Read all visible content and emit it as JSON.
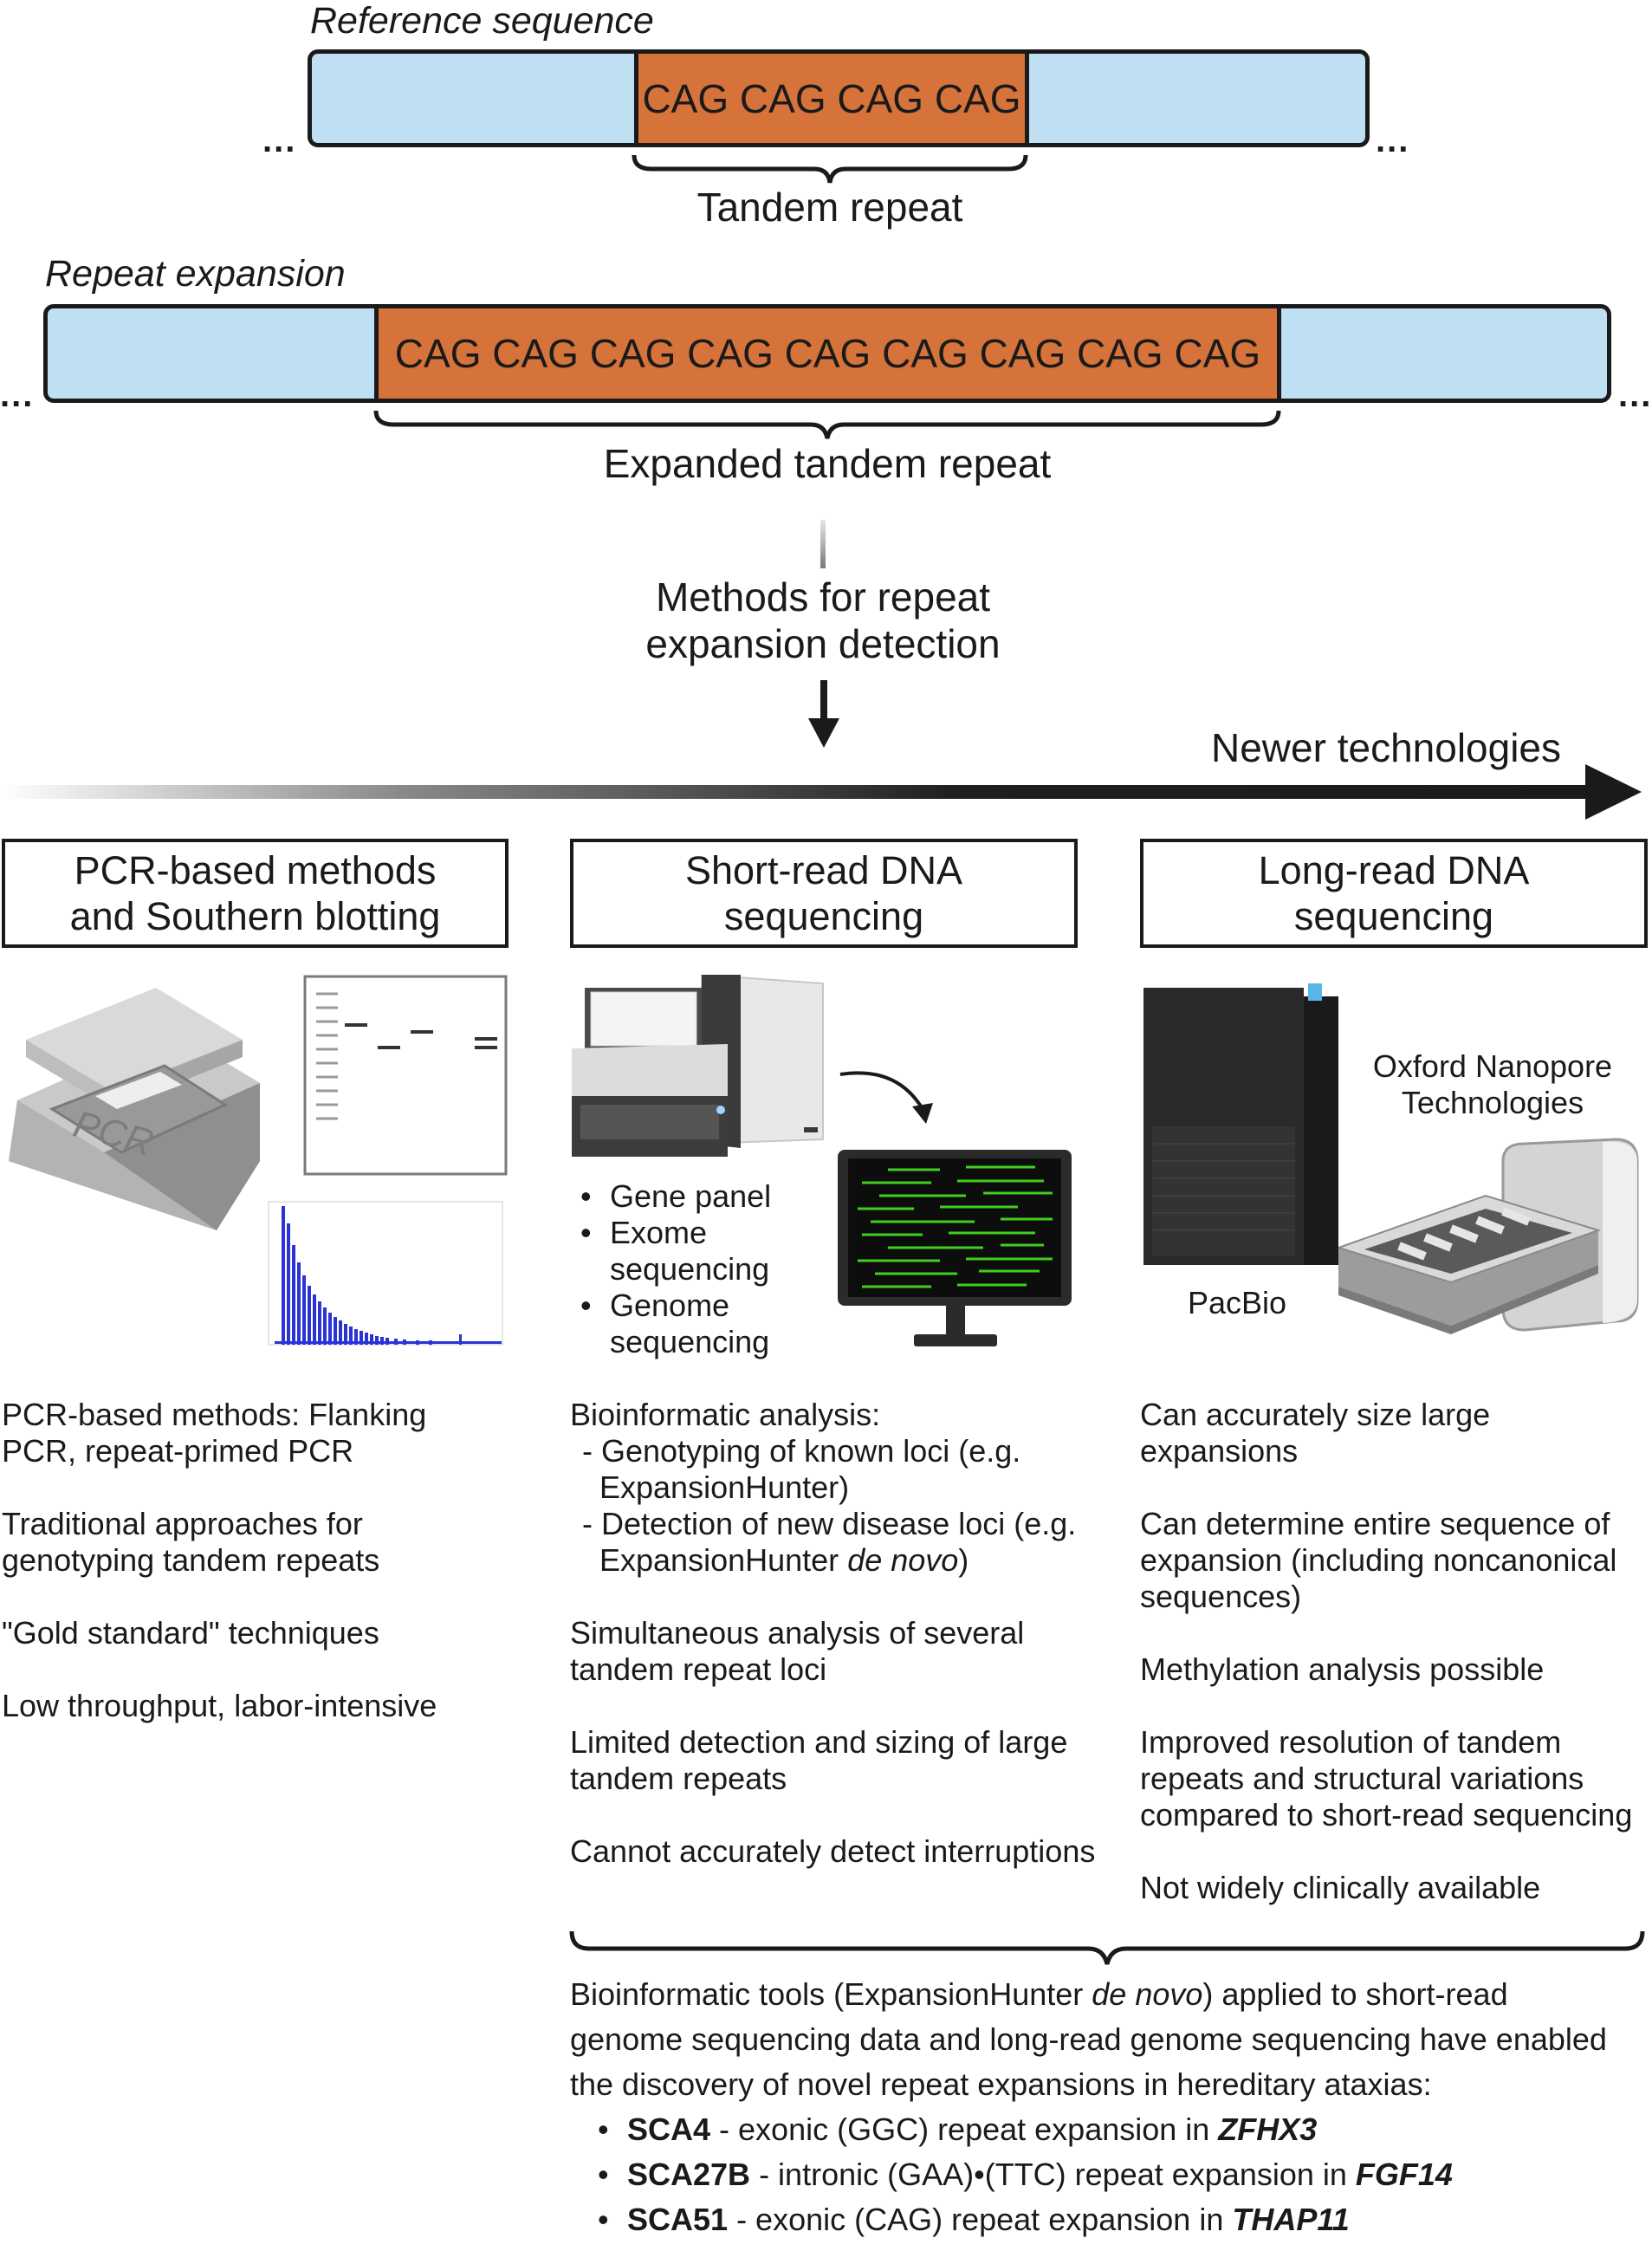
{
  "reference": {
    "label": "Reference sequence",
    "repeat_text": "CAG CAG CAG CAG",
    "dots": "...",
    "brace_label": "Tandem repeat",
    "colors": {
      "flank": "#bfdff3",
      "repeat": "#d5733a"
    }
  },
  "expansion": {
    "label": "Repeat expansion",
    "repeat_text": "CAG CAG CAG CAG CAG CAG CAG CAG CAG",
    "dots": "...",
    "brace_label": "Expanded tandem repeat"
  },
  "methods": {
    "line1": "Methods for repeat",
    "line2": "expansion detection"
  },
  "newer_technologies": "Newer technologies",
  "columns": {
    "pcr": {
      "title1": "PCR-based methods",
      "title2": "and Southern blotting",
      "device_label": "PCR",
      "points": [
        "PCR-based methods: Flanking PCR, repeat-primed PCR",
        "Traditional approaches for genotyping tandem repeats",
        "\"Gold standard\" techniques",
        "Low throughput, labor-intensive"
      ]
    },
    "short": {
      "title1": "Short-read DNA",
      "title2": "sequencing",
      "bullets": [
        "Gene panel",
        "Exome sequencing",
        "Genome sequencing"
      ],
      "bio_title": "Bioinformatic analysis:",
      "bio_items": [
        "- Genotyping of known loci (e.g. ExpansionHunter)",
        "- Detection of new disease loci (e.g. ExpansionHunter"
      ],
      "bio_italic": "de novo",
      "bio_close": ")",
      "points": [
        "Simultaneous analysis of several tandem repeat loci",
        "Limited detection and sizing of large tandem repeats",
        "Cannot accurately detect interruptions"
      ]
    },
    "long": {
      "title1": "Long-read DNA",
      "title2": "sequencing",
      "pacbio_label": "PacBio",
      "ont_label1": "Oxford Nanopore",
      "ont_label2": "Technologies",
      "points": [
        "Can accurately size large expansions",
        "Can determine entire sequence of expansion (including noncanonical sequences)",
        "Methylation analysis possible",
        "Improved resolution of tandem repeats and structural variations compared to short-read sequencing",
        "Not widely clinically available"
      ]
    }
  },
  "summary": {
    "line1_a": "Bioinformatic tools (ExpansionHunter ",
    "line1_it": "de novo",
    "line1_b": ") applied to short-read",
    "line2": "genome sequencing data and long-read genome sequencing have enabled",
    "line3": "the discovery of novel repeat expansions in hereditary ataxias:",
    "items": [
      {
        "name": "SCA4",
        "desc": " - exonic (GGC) repeat expansion in ",
        "gene": "ZFHX3"
      },
      {
        "name": "SCA27B",
        "desc": " - intronic (GAA)•(TTC) repeat expansion in ",
        "gene": "FGF14"
      },
      {
        "name": "SCA51",
        "desc": " - exonic (CAG) repeat expansion in ",
        "gene": "THAP11"
      }
    ]
  }
}
